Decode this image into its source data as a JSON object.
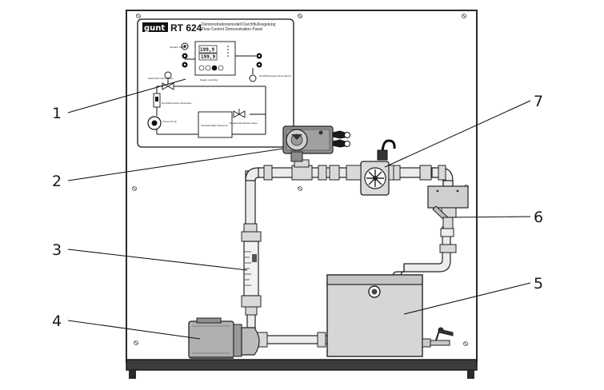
{
  "inset": {
    "model": "RT 624",
    "subtitle_de": "Demonstrationsmodell Durchflußregelung",
    "subtitle_en": "Flow Control Demonstration Panel",
    "logo": "gunt",
    "display_top": "199,9",
    "display_bottom": "199,9",
    "labels": {
      "switch": "Schalter Switch",
      "controller": "Regler Controller",
      "flow_sensor": "Durchflußmesser Flow Sensor",
      "setpoint": "Stellventil Control Valve",
      "flowmeter": "Durchflußmesser Flowmeter",
      "pump": "Pumpe Pump",
      "reservoir": "Vorratsbehälter Reservoir",
      "adjust_valve": "Regelventil Adjuster Valve"
    }
  },
  "callouts": [
    {
      "id": "1",
      "label": "1"
    },
    {
      "id": "2",
      "label": "2"
    },
    {
      "id": "3",
      "label": "3"
    },
    {
      "id": "4",
      "label": "4"
    },
    {
      "id": "5",
      "label": "5"
    },
    {
      "id": "6",
      "label": "6"
    },
    {
      "id": "7",
      "label": "7"
    }
  ],
  "colors": {
    "panel": "#ffffff",
    "frame": "#3a3a3a",
    "pipe": "#e6e6e6",
    "tank": "#dcdcdc",
    "motor": "#b5b5b5",
    "controller": "#8a8a8a"
  }
}
